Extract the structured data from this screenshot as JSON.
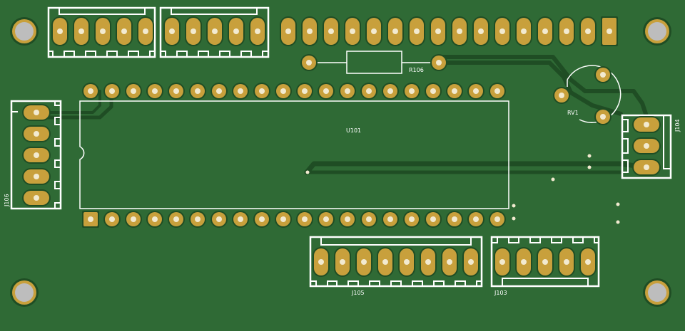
{
  "board": {
    "colors": {
      "board": "#2f6a35",
      "copper_trace": "#1f4d24",
      "pad": "#c8a03c",
      "drill": "#f2ead0",
      "silkscreen": "#ffffff",
      "hole": "#bdbdbd"
    },
    "labels": {
      "r106": "R106",
      "rv1": "RV1",
      "u101": "U101",
      "j104": "J104",
      "j106": "J106",
      "j105": "J105",
      "j103": "J103"
    }
  }
}
